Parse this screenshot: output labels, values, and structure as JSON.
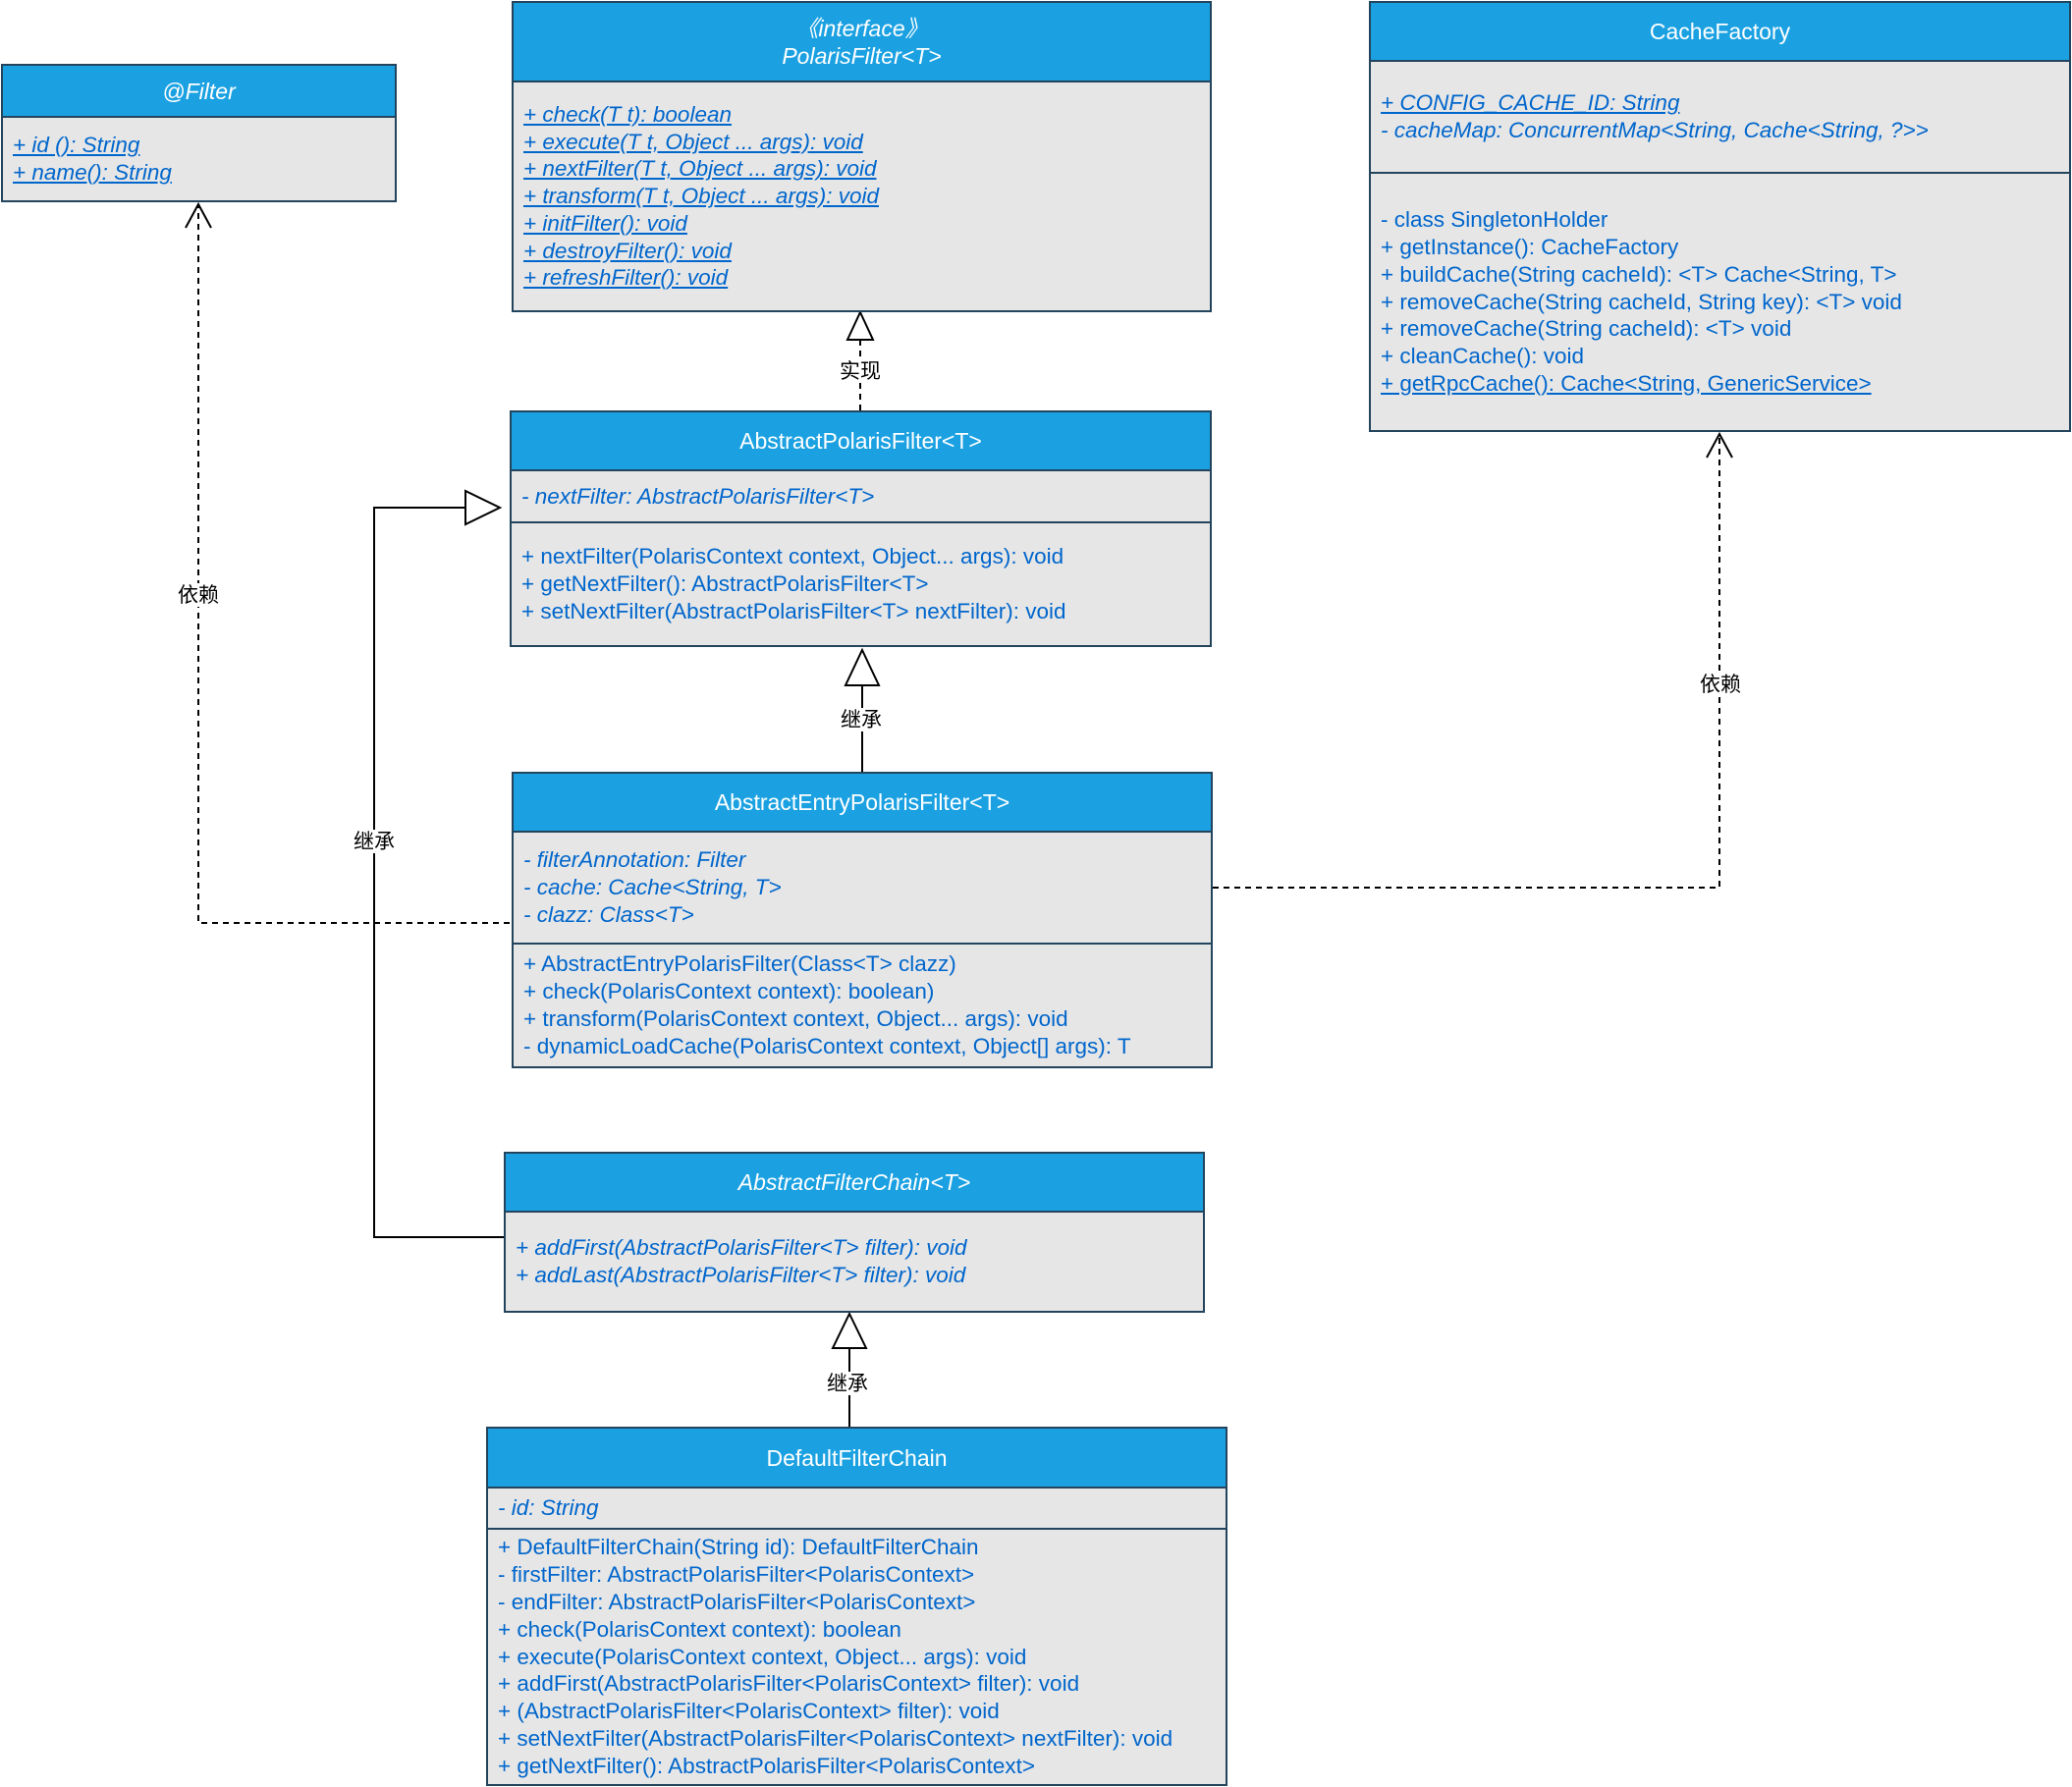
{
  "classes": {
    "filter": {
      "title": "@Filter",
      "members": [
        "+ id (): String",
        "+ name(): String"
      ]
    },
    "polaris_filter": {
      "stereotype": "《interface》",
      "title": "PolarisFilter<T>",
      "methods": [
        "+ check(T t): boolean",
        "+ execute(T t, Object ... args): void",
        "+ nextFilter(T t, Object ... args): void",
        "+ transform(T t, Object ... args): void",
        "+ initFilter(): void",
        "+ destroyFilter(): void",
        "+ refreshFilter(): void"
      ]
    },
    "cache_factory": {
      "title": "CacheFactory",
      "fields": [
        "+ CONFIG_CACHE_ID: String",
        "- cacheMap: ConcurrentMap<String, Cache<String, ?>>"
      ],
      "methods": [
        "- class SingletonHolder",
        "+ getInstance(): CacheFactory",
        "+ buildCache(String cacheId): <T> Cache<String, T>",
        "+ removeCache(String cacheId, String key): <T> void",
        "+ removeCache(String cacheId): <T> void",
        "+ cleanCache(): void",
        "+ getRpcCache(): Cache<String, GenericService>"
      ]
    },
    "abstract_polaris_filter": {
      "title": "AbstractPolarisFilter<T>",
      "fields": [
        "- nextFilter: AbstractPolarisFilter<T>"
      ],
      "methods": [
        "+ nextFilter(PolarisContext context, Object... args): void",
        "+ getNextFilter(): AbstractPolarisFilter<T>",
        "+ setNextFilter(AbstractPolarisFilter<T> nextFilter): void"
      ]
    },
    "abstract_entry_polaris_filter": {
      "title": "AbstractEntryPolarisFilter<T>",
      "fields": [
        "- filterAnnotation: Filter",
        "- cache: Cache<String, T>",
        "- clazz: Class<T>"
      ],
      "methods": [
        "+ AbstractEntryPolarisFilter(Class<T> clazz)",
        "+ check(PolarisContext context): boolean)",
        "+ transform(PolarisContext context, Object... args): void",
        "- dynamicLoadCache(PolarisContext context, Object[] args): T"
      ]
    },
    "abstract_filter_chain": {
      "title": "AbstractFilterChain<T>",
      "methods": [
        "+ addFirst(AbstractPolarisFilter<T> filter): void",
        "+ addLast(AbstractPolarisFilter<T> filter): void"
      ]
    },
    "default_filter_chain": {
      "title": "DefaultFilterChain",
      "fields": [
        "- id: String"
      ],
      "methods": [
        "+ DefaultFilterChain(String id): DefaultFilterChain",
        "- firstFilter: AbstractPolarisFilter<PolarisContext>",
        "- endFilter: AbstractPolarisFilter<PolarisContext>",
        "+ check(PolarisContext context): boolean",
        "+ execute(PolarisContext context, Object... args): void",
        "+ addFirst(AbstractPolarisFilter<PolarisContext> filter): void",
        "+ (AbstractPolarisFilter<PolarisContext> filter): void",
        "+ setNextFilter(AbstractPolarisFilter<PolarisContext> nextFilter): void",
        "+ getNextFilter(): AbstractPolarisFilter<PolarisContext>"
      ]
    }
  },
  "relations": {
    "realize": "实现",
    "inherit_entry": "继承",
    "inherit_chain": "继承",
    "inherit_default": "继承",
    "depend_filter": "依赖",
    "depend_cache": "依赖"
  },
  "colors": {
    "header": "#1ba1e2",
    "body": "#e6e6e6",
    "border": "#23445d",
    "text": "#0066cc"
  }
}
